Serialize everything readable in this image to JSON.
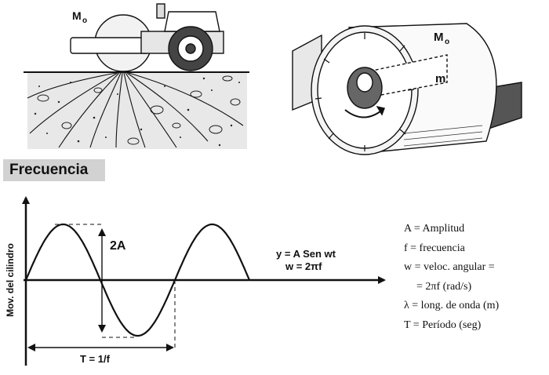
{
  "roller": {
    "mass_label": "M",
    "mass_sub": "o"
  },
  "drum": {
    "outer_mass_label": "M",
    "outer_mass_sub": "o",
    "inner_mass_label": "m"
  },
  "section": {
    "title": "Frecuencia"
  },
  "wave": {
    "y_axis_label": "Mov. del cilindro",
    "amplitude_label": "2A",
    "period_label": "T = 1/f",
    "equation_line1": "y = A Sen wt",
    "equation_line2": "w = 2πf"
  },
  "legend": {
    "items": [
      "A  =  Amplitud",
      "f  =  frecuencia",
      "w  =  veloc.  angular  =",
      "=  2πf  (rad/s)",
      "λ  =  long.  de  onda  (m)",
      "T  =  Período   (seg)"
    ]
  },
  "chart_data": {
    "type": "line",
    "title": "",
    "xlabel": "",
    "ylabel": "Mov. del cilindro",
    "series": [
      {
        "function": "y = A Sen wt",
        "cycles": 1.5
      }
    ]
  }
}
